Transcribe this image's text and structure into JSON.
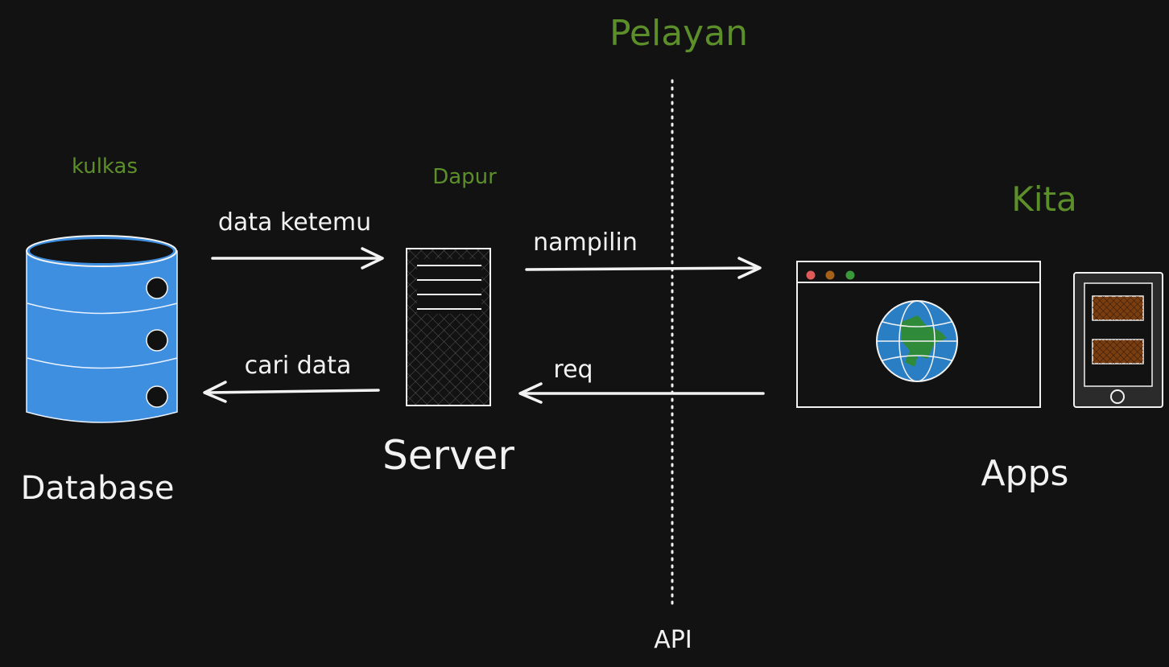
{
  "colors": {
    "background": "#121212",
    "stroke": "#f2f2f2",
    "green_label": "#5c8f2a",
    "database_fill": "#3f8fe0",
    "globe_ocean": "#2a7fc4",
    "globe_land": "#2f8a3a",
    "screen_fill": "#7a3d10",
    "dot_red": "#e05a5a",
    "dot_orange": "#a5601a",
    "dot_green": "#3a9a3a"
  },
  "labels": {
    "pelayan": "Pelayan",
    "kulkas": "kulkas",
    "dapur": "Dapur",
    "kita": "Kita",
    "database": "Database",
    "server": "Server",
    "apps": "Apps",
    "api": "API"
  },
  "arrows": {
    "db_to_server": "data ketemu",
    "server_to_db": "cari data",
    "server_to_apps": "nampilin",
    "apps_to_server": "req"
  },
  "icons": {
    "database": "database-icon",
    "server": "server-icon",
    "browser": "browser-window-icon",
    "globe": "globe-icon",
    "phone": "mobile-phone-icon"
  }
}
